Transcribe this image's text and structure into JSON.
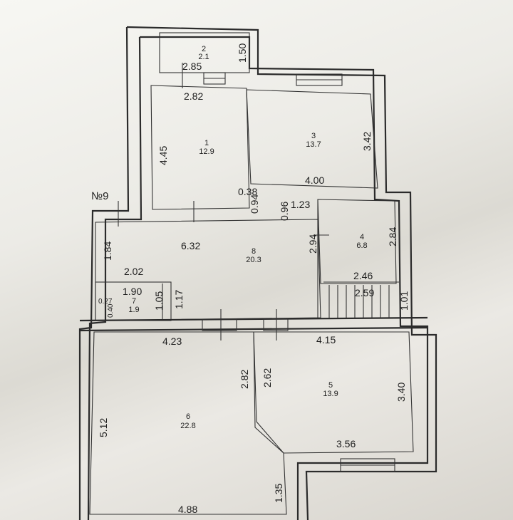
{
  "plan_label": "№9",
  "rooms": [
    {
      "number": "1",
      "area": "12.9"
    },
    {
      "number": "2",
      "area": "2.1"
    },
    {
      "number": "3",
      "area": "13.7"
    },
    {
      "number": "4",
      "area": "6.8"
    },
    {
      "number": "5",
      "area": "13.9"
    },
    {
      "number": "6",
      "area": "22.8"
    },
    {
      "number": "7",
      "area": "1.9"
    },
    {
      "number": "8",
      "area": "20.3"
    }
  ],
  "dimensions": {
    "d_2_85": "2.85",
    "d_1_50": "1.50",
    "d_2_82_top": "2.82",
    "d_4_45": "4.45",
    "d_3_42": "3.42",
    "d_4_00": "4.00",
    "d_0_38": "0.38",
    "d_0_94": "0.94",
    "d_0_96": "0.96",
    "d_1_23": "1.23",
    "d_1_84": "1.84",
    "d_6_32": "6.32",
    "d_2_94": "2.94",
    "d_2_84": "2.84",
    "d_2_02": "2.02",
    "d_2_46": "2.46",
    "d_2_59": "2.59",
    "d_1_01": "1.01",
    "d_1_90": "1.90",
    "d_0_27": "0.27",
    "d_0_40": "0.40",
    "d_1_05": "1.05",
    "d_1_17": "1.17",
    "d_4_23": "4.23",
    "d_4_15": "4.15",
    "d_2_82_mid": "2.82",
    "d_2_62": "2.62",
    "d_3_40": "3.40",
    "d_5_12": "5.12",
    "d_3_56": "3.56",
    "d_1_35": "1.35",
    "d_4_88": "4.88"
  }
}
